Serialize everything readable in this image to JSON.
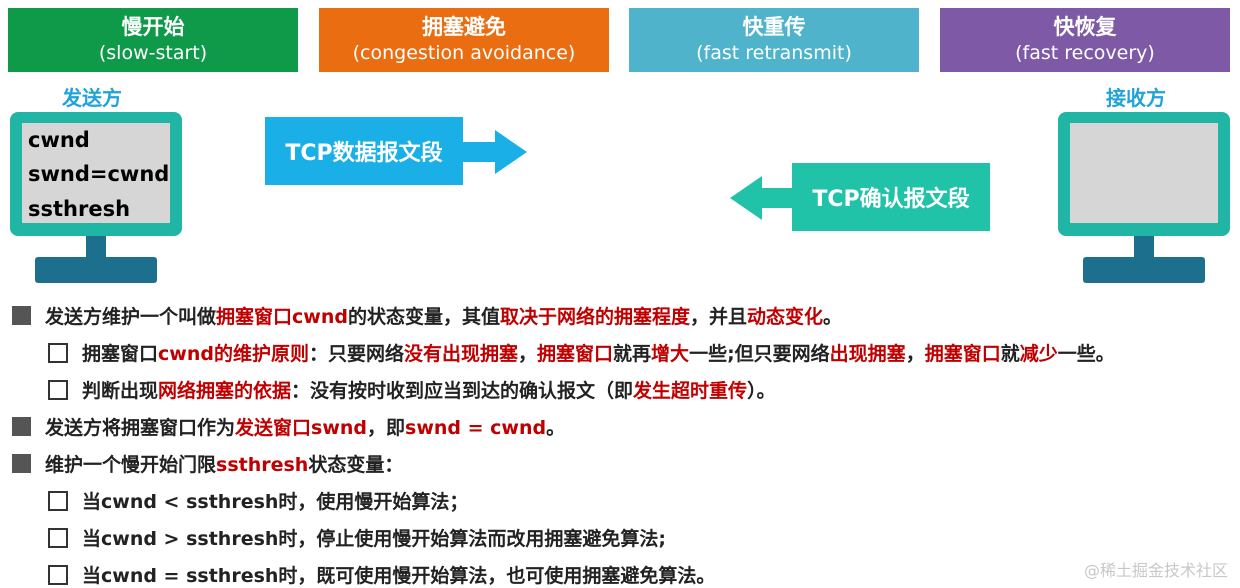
{
  "headers": [
    {
      "zh": "慢开始",
      "en": "(slow-start)",
      "color": "#0f9a4a"
    },
    {
      "zh": "拥塞避免",
      "en": "(congestion avoidance)",
      "color": "#ea6d12"
    },
    {
      "zh": "快重传",
      "en": "(fast retransmit)",
      "color": "#4eb3cb"
    },
    {
      "zh": "快恢复",
      "en": "(fast recovery)",
      "color": "#7d59a6"
    }
  ],
  "sender": {
    "label": "发送方",
    "vars": [
      "cwnd",
      "swnd=cwnd",
      "ssthresh"
    ]
  },
  "receiver": {
    "label": "接收方"
  },
  "data_segment": {
    "label": "TCP数据报文段",
    "color": "#1ab0e7"
  },
  "ack_segment": {
    "label": "TCP确认报文段",
    "color": "#20c3a8"
  },
  "lines": [
    {
      "marker": "square",
      "indent": 0,
      "parts": [
        {
          "t": "发送方维护一个叫做",
          "c": "n"
        },
        {
          "t": "拥塞窗口cwnd",
          "c": "r"
        },
        {
          "t": "的状态变量，其值",
          "c": "n"
        },
        {
          "t": "取决于网络的拥塞程度",
          "c": "r"
        },
        {
          "t": "，并且",
          "c": "n"
        },
        {
          "t": "动态变化",
          "c": "r"
        },
        {
          "t": "。",
          "c": "n"
        }
      ]
    },
    {
      "marker": "box",
      "indent": 1,
      "parts": [
        {
          "t": "拥塞窗口",
          "c": "n"
        },
        {
          "t": "cwnd的维护原则",
          "c": "r"
        },
        {
          "t": "：只要网络",
          "c": "n"
        },
        {
          "t": "没有出现拥塞",
          "c": "r"
        },
        {
          "t": "，",
          "c": "n"
        },
        {
          "t": "拥塞窗口",
          "c": "r"
        },
        {
          "t": "就再",
          "c": "n"
        },
        {
          "t": "增大",
          "c": "r"
        },
        {
          "t": "一些;但只要网络",
          "c": "n"
        },
        {
          "t": "出现拥塞",
          "c": "r"
        },
        {
          "t": "，",
          "c": "n"
        },
        {
          "t": "拥塞窗口",
          "c": "r"
        },
        {
          "t": "就",
          "c": "n"
        },
        {
          "t": "减少",
          "c": "r"
        },
        {
          "t": "一些。",
          "c": "n"
        }
      ]
    },
    {
      "marker": "box",
      "indent": 1,
      "parts": [
        {
          "t": "判断出现",
          "c": "n"
        },
        {
          "t": "网络拥塞的依据",
          "c": "r"
        },
        {
          "t": "：没有按时收到应当到达的确认报文（即",
          "c": "n"
        },
        {
          "t": "发生超时重传",
          "c": "r"
        },
        {
          "t": "）。",
          "c": "n"
        }
      ]
    },
    {
      "marker": "square",
      "indent": 0,
      "parts": [
        {
          "t": "发送方将拥塞窗口作为",
          "c": "n"
        },
        {
          "t": "发送窗口swnd",
          "c": "r"
        },
        {
          "t": "，即",
          "c": "n"
        },
        {
          "t": "swnd = cwnd",
          "c": "r"
        },
        {
          "t": "。",
          "c": "n"
        }
      ]
    },
    {
      "marker": "square",
      "indent": 0,
      "parts": [
        {
          "t": "维护一个慢开始门限",
          "c": "n"
        },
        {
          "t": "ssthresh",
          "c": "r"
        },
        {
          "t": "状态变量：",
          "c": "n"
        }
      ]
    },
    {
      "marker": "box",
      "indent": 1,
      "parts": [
        {
          "t": "当cwnd < ssthresh时，使用慢开始算法；",
          "c": "n"
        }
      ]
    },
    {
      "marker": "box",
      "indent": 1,
      "parts": [
        {
          "t": "当cwnd > ssthresh时，停止使用慢开始算法而改用拥塞避免算法;",
          "c": "n"
        }
      ]
    },
    {
      "marker": "box",
      "indent": 1,
      "parts": [
        {
          "t": "当cwnd = ssthresh时，既可使用慢开始算法，也可使用拥塞避免算法。",
          "c": "n"
        }
      ]
    }
  ],
  "watermark": "@稀土掘金技术社区"
}
